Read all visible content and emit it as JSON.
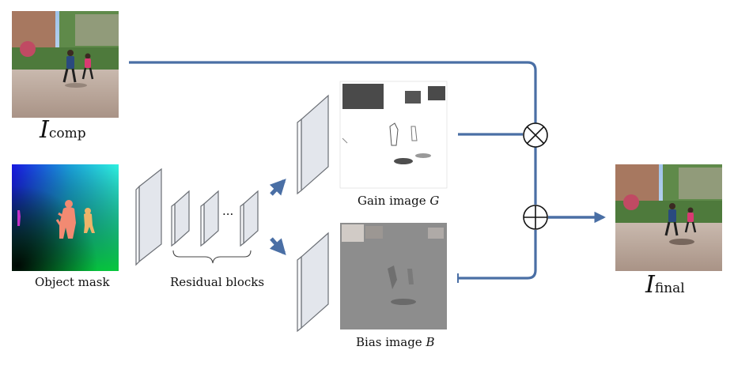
{
  "labels": {
    "input_symbol": "I",
    "input_subscript": "comp",
    "mask_caption": "Object mask",
    "residual_caption": "Residual blocks",
    "ellipsis": "...",
    "gain_caption_text": "Gain image ",
    "gain_caption_var": "G",
    "bias_caption_text": "Bias image ",
    "bias_caption_var": "B",
    "output_symbol": "I",
    "output_subscript": "final"
  },
  "operators": {
    "multiply": "⊗",
    "add": "⊕"
  },
  "colors": {
    "arrow": "#4a6fa5",
    "block_fill": "#e3e6ec",
    "block_stroke": "#6b6f75",
    "gain_bg": "#ffffff",
    "bias_bg": "#8d8d8d"
  }
}
